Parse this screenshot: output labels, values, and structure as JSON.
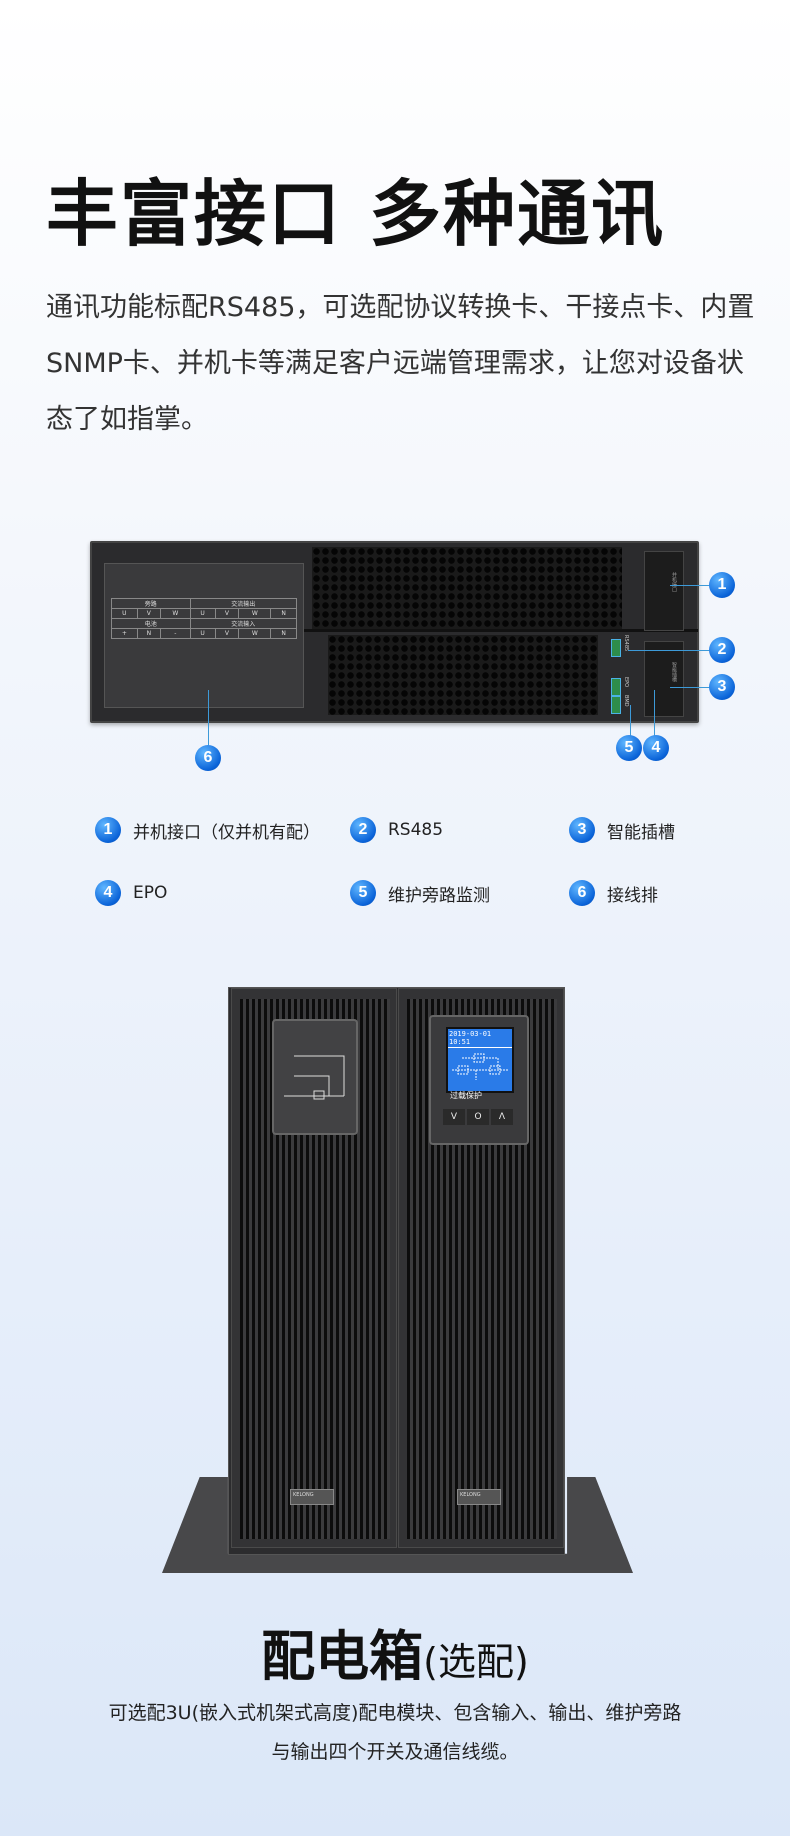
{
  "header": {
    "title": "丰富接口 多种通讯",
    "description": "通讯功能标配RS485，可选配协议转换卡、干接点卡、内置SNMP卡、并机卡等满足客户远端管理需求，让您对设备状态了如指掌。"
  },
  "rear_panel": {
    "terminal_table": [
      [
        "旁路",
        "交流输出"
      ],
      [
        "U",
        "V",
        "W",
        "U",
        "V",
        "W",
        "N"
      ],
      [
        "电池",
        "交流输入"
      ],
      [
        "+",
        "N",
        "-",
        "U",
        "V",
        "W",
        "N"
      ]
    ],
    "slot1_label": "并机接口",
    "slot3_label": "智能插槽",
    "rs485_label": "RS485",
    "epo_label": "EPO",
    "bmd_label": "BMD"
  },
  "callouts": [
    "1",
    "2",
    "3",
    "4",
    "5",
    "6"
  ],
  "legend": [
    {
      "num": "1",
      "label": "并机接口（仅并机有配）"
    },
    {
      "num": "2",
      "label": "RS485"
    },
    {
      "num": "3",
      "label": "智能插槽"
    },
    {
      "num": "4",
      "label": "EPO"
    },
    {
      "num": "5",
      "label": "维护旁路监测"
    },
    {
      "num": "6",
      "label": "接线排"
    }
  ],
  "ups": {
    "lcd_datetime": "2019-03-01   10:51",
    "lcd_status": "过载保护",
    "buttons": [
      "V",
      "O",
      "Λ"
    ],
    "brand": "KELONG"
  },
  "accent_color": "#0a63d8",
  "section2": {
    "title": "配电箱",
    "title_suffix": "(选配)",
    "line1": "可选配3U(嵌入式机架式高度)配电模块、包含输入、输出、维护旁路",
    "line2": "与输出四个开关及通信线缆。"
  }
}
